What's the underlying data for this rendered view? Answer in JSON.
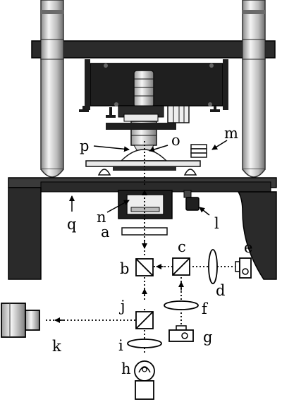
{
  "labels": {
    "a": "a",
    "b": "b",
    "c": "c",
    "d": "d",
    "e": "e",
    "f": "f",
    "g": "g",
    "h": "h",
    "i": "i",
    "j": "j",
    "k": "k",
    "l": "l",
    "m": "m",
    "n": "n",
    "o": "o",
    "p": "p",
    "q": "q"
  },
  "colors": {
    "frame": "#333333",
    "dark": "#1a1a1a",
    "metal": "#d8d8d8",
    "ink": "#000000"
  },
  "icons": [
    "camera-icon",
    "lamp-icon",
    "beam-splitter-icon",
    "lens-icon",
    "objective-icon"
  ]
}
